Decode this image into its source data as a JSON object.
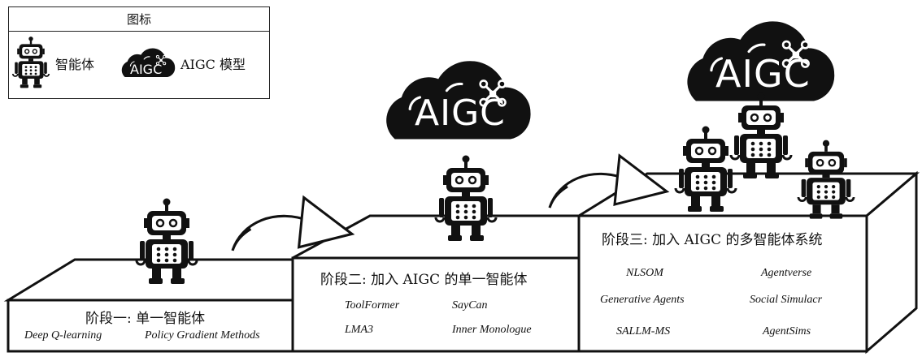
{
  "legend": {
    "title": "图标",
    "agent_label": "智能体",
    "aigc_label": "AIGC 模型"
  },
  "icons": {
    "agent": "robot-icon",
    "aigc": "cloud-network-icon",
    "arrow": "curved-arrow-icon",
    "cloud_text": "AIGC"
  },
  "stages": [
    {
      "title": "阶段一: 单一智能体",
      "methods": [
        "Deep Q-learning",
        "Policy Gradient Methods"
      ]
    },
    {
      "title": "阶段二: 加入 AIGC 的单一智能体",
      "methods": [
        "ToolFormer",
        "SayCan",
        "LMA3",
        "Inner Monologue"
      ]
    },
    {
      "title": "阶段三: 加入 AIGC 的多智能体系统",
      "methods": [
        "NLSOM",
        "Agentverse",
        "Generative Agents",
        "Social Simulacr",
        "SALLM-MS",
        "AgentSims"
      ]
    }
  ],
  "colors": {
    "ink": "#111111",
    "background": "#ffffff"
  }
}
